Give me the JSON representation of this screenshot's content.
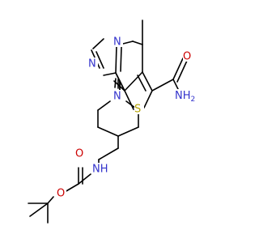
{
  "molecule": {
    "atoms": {
      "n_pyr_top": {
        "label": "N",
        "color": "#3333cc"
      },
      "n_pyr_left": {
        "label": "N",
        "color": "#3333cc"
      },
      "s_thio": {
        "label": "S",
        "color": "#b3a100"
      },
      "o_amide": {
        "label": "O",
        "color": "#cc0000"
      },
      "nh2_amide": {
        "label": "NH",
        "sub": "2",
        "color": "#3333cc"
      },
      "n_pip": {
        "label": "N",
        "color": "#3333cc"
      },
      "nh_carb": {
        "label": "NH",
        "color": "#3333cc"
      },
      "o_carbonyl": {
        "label": "O",
        "color": "#cc0000"
      },
      "o_ester": {
        "label": "O",
        "color": "#cc0000"
      }
    }
  }
}
